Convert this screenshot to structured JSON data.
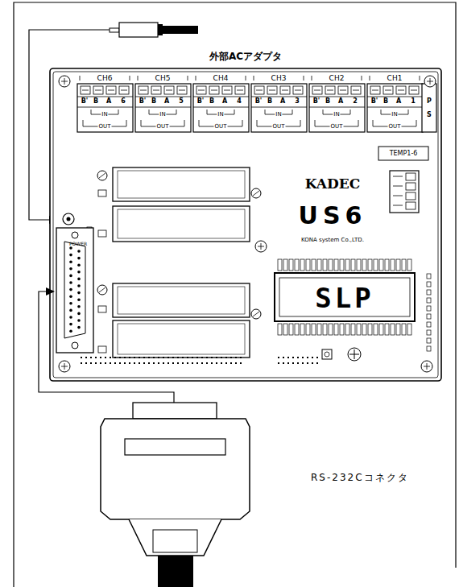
{
  "diagram": {
    "labels": [
      "外部ACアダプタ",
      "CH6",
      "B'",
      "B",
      "A",
      "6",
      "IN",
      "OUT",
      "CH5",
      "B'",
      "B",
      "A",
      "5",
      "IN",
      "OUT",
      "CH4",
      "B'",
      "B",
      "A",
      "4",
      "IN",
      "OUT",
      "CH3",
      "B'",
      "B",
      "A",
      "3",
      "IN",
      "OUT",
      "CH2",
      "B'",
      "B",
      "A",
      "2",
      "IN",
      "OUT",
      "CH1",
      "B'",
      "B",
      "A",
      "1",
      "IN",
      "OUT",
      "P",
      "S",
      "POWER",
      "TEMP1-6",
      "KADEC",
      "US6",
      "KONA system Co.,LTD.",
      "SLP",
      "RS-232Cコネクタ"
    ]
  }
}
